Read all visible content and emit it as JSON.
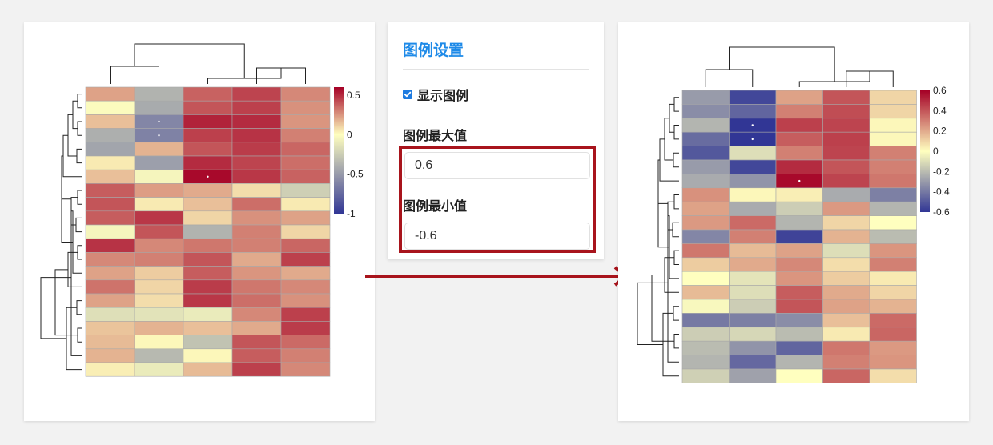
{
  "settings": {
    "title": "图例设置",
    "show_legend_label": "显示图例",
    "show_legend_checked": true,
    "max_label": "图例最大值",
    "max_value": "0.6",
    "min_label": "图例最小值",
    "min_value": "-0.6"
  },
  "colors": {
    "accent": "#1e8ae8",
    "highlight": "#a8141c",
    "arrow": "#a8141c",
    "scale_low": "#313695",
    "scale_mid": "#ffffbf",
    "scale_high": "#a50026"
  },
  "chart_data": [
    {
      "type": "heatmap",
      "color_scale": {
        "low": "#313695",
        "mid": "#ffffbf",
        "high": "#a50026",
        "min": -1,
        "max": 0.6
      },
      "colorbar_ticks": [
        "0.5",
        "0",
        "-0.5",
        "-1"
      ],
      "colorbar_tick_values": [
        0.5,
        0,
        -0.5,
        -1
      ],
      "rows": 21,
      "cols": 5,
      "marked_cells": [
        [
          2,
          1
        ],
        [
          3,
          1
        ],
        [
          6,
          2
        ]
      ],
      "values": [
        [
          0.22,
          -0.38,
          0.37,
          0.44,
          0.28
        ],
        [
          -0.02,
          -0.42,
          0.4,
          0.45,
          0.26
        ],
        [
          0.15,
          -0.6,
          0.52,
          0.5,
          0.25
        ],
        [
          -0.4,
          -0.62,
          0.45,
          0.48,
          0.3
        ],
        [
          -0.45,
          0.18,
          0.4,
          0.46,
          0.36
        ],
        [
          0.05,
          -0.48,
          0.5,
          0.44,
          0.34
        ],
        [
          0.15,
          -0.05,
          0.58,
          0.47,
          0.37
        ],
        [
          0.38,
          0.23,
          0.2,
          0.08,
          -0.24
        ],
        [
          0.4,
          0.05,
          0.15,
          0.34,
          0.05
        ],
        [
          0.38,
          0.47,
          0.1,
          0.26,
          0.22
        ],
        [
          -0.05,
          0.4,
          -0.38,
          0.3,
          0.1
        ],
        [
          0.48,
          0.28,
          0.32,
          0.3,
          0.36
        ],
        [
          0.28,
          0.3,
          0.4,
          0.2,
          0.45
        ],
        [
          0.22,
          0.12,
          0.38,
          0.25,
          0.2
        ],
        [
          0.33,
          0.1,
          0.46,
          0.32,
          0.28
        ],
        [
          0.22,
          0.08,
          0.47,
          0.34,
          0.26
        ],
        [
          -0.16,
          -0.14,
          -0.1,
          0.28,
          0.45
        ],
        [
          0.14,
          0.18,
          0.15,
          0.2,
          0.46
        ],
        [
          0.16,
          0.02,
          -0.3,
          0.4,
          0.35
        ],
        [
          0.18,
          -0.35,
          0.02,
          0.38,
          0.3
        ],
        [
          0.04,
          -0.1,
          0.16,
          0.45,
          0.28
        ]
      ]
    },
    {
      "type": "heatmap",
      "color_scale": {
        "low": "#313695",
        "mid": "#ffffbf",
        "high": "#a50026",
        "min": -0.6,
        "max": 0.6
      },
      "colorbar_ticks": [
        "0.6",
        "0.4",
        "0.2",
        "0",
        "-0.2",
        "-0.4",
        "-0.6"
      ],
      "colorbar_tick_values": [
        0.6,
        0.4,
        0.2,
        0,
        -0.2,
        -0.4,
        -0.6
      ],
      "rows": 21,
      "cols": 5,
      "marked_cells": [
        [
          2,
          1
        ],
        [
          3,
          1
        ],
        [
          6,
          2
        ]
      ],
      "values": [
        [
          -0.3,
          -0.55,
          0.22,
          0.4,
          0.1
        ],
        [
          -0.34,
          -0.46,
          0.3,
          0.42,
          0.1
        ],
        [
          -0.22,
          -0.6,
          0.45,
          0.44,
          0.02
        ],
        [
          -0.44,
          -0.6,
          0.38,
          0.45,
          0.02
        ],
        [
          -0.5,
          -0.1,
          0.3,
          0.44,
          0.3
        ],
        [
          -0.3,
          -0.55,
          0.5,
          0.4,
          0.3
        ],
        [
          -0.25,
          -0.32,
          0.58,
          0.44,
          0.32
        ],
        [
          0.26,
          0.02,
          0.04,
          -0.25,
          -0.38
        ],
        [
          0.22,
          -0.25,
          -0.15,
          0.24,
          -0.22
        ],
        [
          0.24,
          0.35,
          -0.22,
          0.1,
          0.0
        ],
        [
          -0.36,
          0.3,
          -0.56,
          0.18,
          -0.2
        ],
        [
          0.32,
          0.16,
          0.22,
          -0.1,
          0.25
        ],
        [
          0.12,
          0.2,
          0.28,
          0.08,
          0.3
        ],
        [
          0.0,
          -0.08,
          0.25,
          0.12,
          0.05
        ],
        [
          0.16,
          -0.1,
          0.38,
          0.2,
          0.1
        ],
        [
          -0.02,
          -0.15,
          0.4,
          0.22,
          0.18
        ],
        [
          -0.4,
          -0.38,
          -0.34,
          0.15,
          0.35
        ],
        [
          -0.15,
          -0.12,
          -0.2,
          0.05,
          0.36
        ],
        [
          -0.2,
          -0.32,
          -0.46,
          0.32,
          0.24
        ],
        [
          -0.22,
          -0.45,
          -0.22,
          0.3,
          0.25
        ],
        [
          -0.14,
          -0.28,
          0.0,
          0.36,
          0.08
        ]
      ]
    }
  ]
}
